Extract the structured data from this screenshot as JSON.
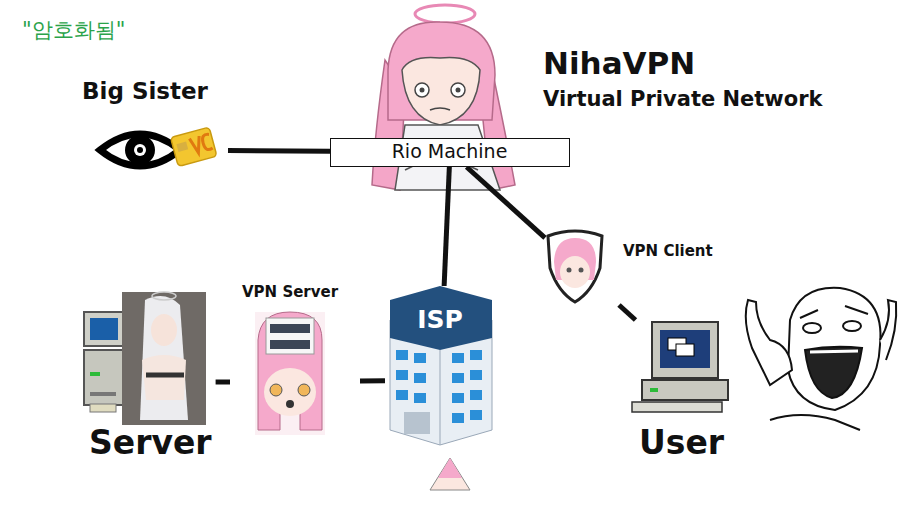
{
  "diagram": {
    "title": "NihaVPN",
    "nodes": [
      {
        "text": [
          "Big Sister"
        ]
      },
      {
        "text": [
          "Rio Machine"
        ]
      },
      {
        "text": [
          "VPN Client"
        ]
      },
      {
        "text": [
          "Server"
        ]
      },
      {
        "text": [
          "VPN Server"
        ]
      },
      {
        "text": [
          "ISP"
        ]
      },
      {
        "text": [
          "User"
        ]
      }
    ],
    "edges": [
      {
        "from": 0,
        "to": 1,
        "arrow": "none"
      },
      {
        "from": 1,
        "to": 5,
        "arrow": "none"
      },
      {
        "from": 1,
        "to": 2,
        "arrow": "none"
      },
      {
        "from": 2,
        "to": 6,
        "arrow": "none"
      },
      {
        "from": 3,
        "to": 4,
        "arrow": "none"
      },
      {
        "from": 4,
        "to": 5,
        "arrow": "none"
      }
    ],
    "labels": [
      "\"암호화됨\"",
      "Virtual Private Network"
    ]
  }
}
